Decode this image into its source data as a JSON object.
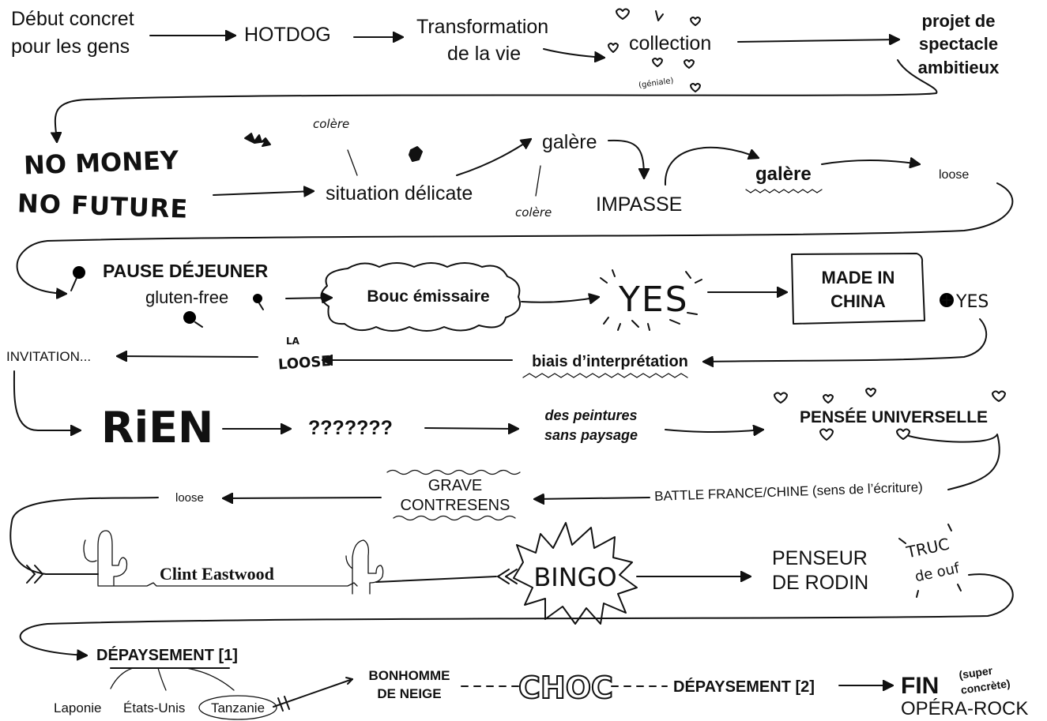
{
  "row1": {
    "start_line1": "Début concret",
    "start_line2": "pour les gens",
    "hotdog": "HOTDOG",
    "transformation_line1": "Transformation",
    "transformation_line2": "de la vie",
    "collection": "collection",
    "collection_note": "(géniale)",
    "projet_line1": "projet de",
    "projet_line2": "spectacle",
    "projet_line3": "ambitieux"
  },
  "row2": {
    "nomoney_line1": "NO MONEY",
    "nomoney_line2": "NO FUTURE",
    "colere_top": "colère",
    "situation": "situation délicate",
    "galere1": "galère",
    "colere_bottom": "colère",
    "impasse": "IMPASSE",
    "galere2": "galère",
    "loose": "loose"
  },
  "row3": {
    "pause": "PAUSE DÉJEUNER",
    "gluten": "gluten-free",
    "bouc": "Bouc émissaire",
    "yes": "YES",
    "made_line1": "MADE IN",
    "made_line2": "CHINA",
    "plus_yes": "YES"
  },
  "row4": {
    "invitation": "INVITATION...",
    "la": "LA",
    "loose": "LOOSE",
    "biais": "biais d’interprétation"
  },
  "row5": {
    "rien": "RiEN",
    "questions": "???????",
    "peintures_line1": "des peintures",
    "peintures_line2": "sans paysage",
    "pensee": "PENSÉE UNIVERSELLE"
  },
  "row6": {
    "loose": "loose",
    "grave_line1": "GRAVE",
    "grave_line2": "CONTRESENS",
    "battle": "BATTLE FRANCE/CHINE (sens de l’écriture)"
  },
  "row7": {
    "clint": "Clint Eastwood",
    "bingo": "BINGO",
    "penseur_line1": "PENSEUR",
    "penseur_line2": "DE RODIN",
    "truc_line1": "TRUC",
    "truc_line2": "de ouf"
  },
  "row8": {
    "depaysement1": "DÉPAYSEMENT [1]",
    "laponie": "Laponie",
    "etats_unis": "États-Unis",
    "tanzanie": "Tanzanie",
    "bonhomme_line1": "BONHOMME",
    "bonhomme_line2": "DE NEIGE",
    "choc": "CHOC",
    "depaysement2": "DÉPAYSEMENT [2]",
    "fin": "FIN",
    "super_line1": "(super",
    "super_line2": "concrète)",
    "opera": "OPÉRA-ROCK"
  }
}
